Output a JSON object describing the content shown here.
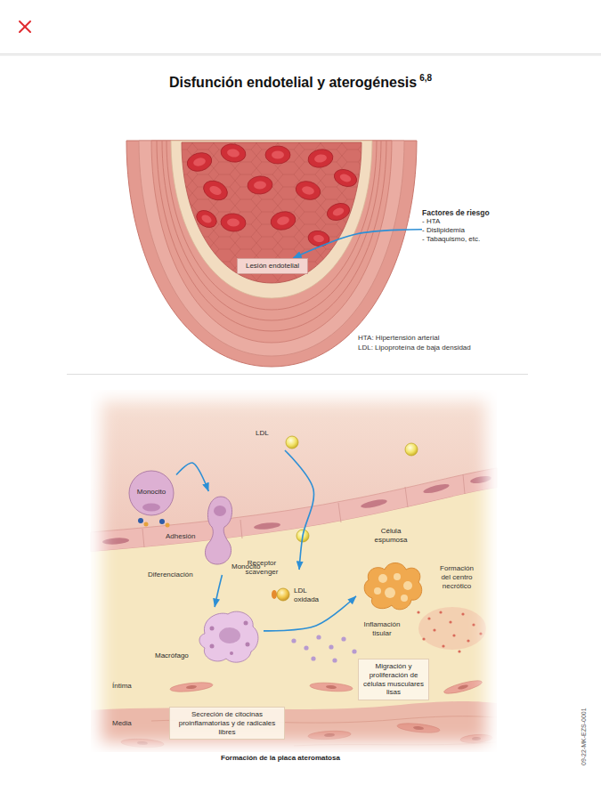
{
  "diagram": {
    "title": "Disfunción endotelial y aterogénesis",
    "caption": "Formación de la placa ateromatosa",
    "nodes": [
      {
        "text": [
          "Factores de riesgo",
          "- HTA",
          "- Dislipidemia",
          "- Tabaquismo, etc."
        ]
      },
      {
        "text": [
          "Lesión endotelial"
        ]
      },
      {
        "text": [
          "LDL"
        ]
      },
      {
        "text": [
          "Monocito"
        ]
      },
      {
        "text": [
          "Monocito"
        ]
      },
      {
        "text": [
          "LDL oxidada"
        ]
      },
      {
        "text": [
          "Célula espumosa"
        ]
      },
      {
        "text": [
          "Macrófago"
        ]
      },
      {
        "text": [
          "Migración y proliferación de células musculares lisas"
        ]
      },
      {
        "text": [
          "Secreción de citocinas proinflamatorias y de radicales libres"
        ]
      }
    ],
    "edges": [
      {
        "from": 0,
        "to": 1,
        "arrow": "to"
      },
      {
        "from": 3,
        "to": 4,
        "arrow": "to"
      },
      {
        "from": 4,
        "to": 7,
        "arrow": "to"
      },
      {
        "from": 2,
        "to": 5,
        "arrow": "to"
      },
      {
        "from": 7,
        "to": 6,
        "arrow": "to"
      }
    ],
    "labels": [
      "6,8",
      "HTA: Hipertensión arterial",
      "LDL: Lipoproteína de baja densidad",
      "Adhesión",
      "Diferenciación",
      "Receptor scavenger",
      "Formación del centro necrótico",
      "Inflamación tisular",
      "Íntima",
      "Media",
      "09-22-MK-EZS-0001"
    ]
  }
}
